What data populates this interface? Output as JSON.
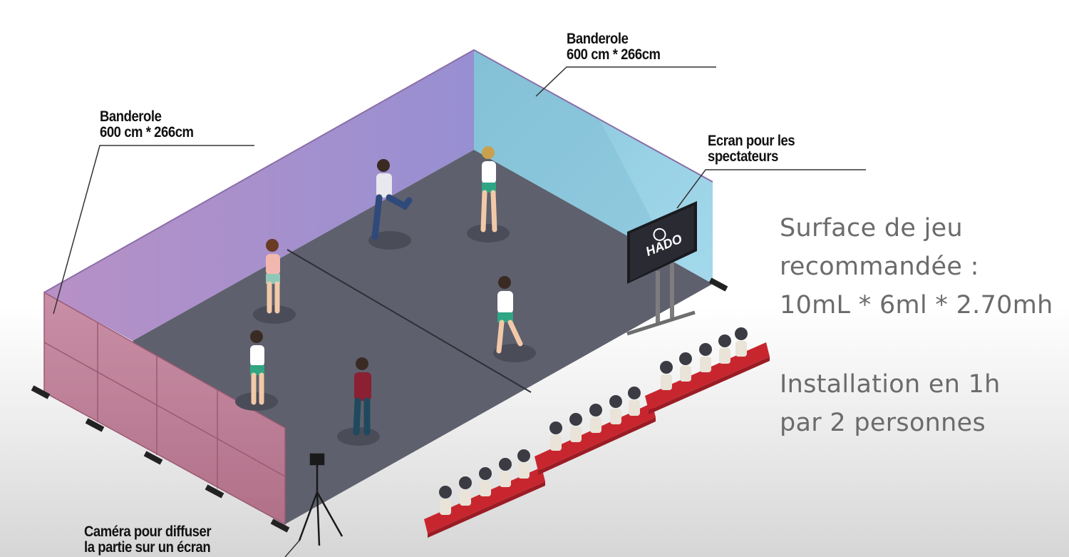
{
  "labels": {
    "banner_right": {
      "line1": "Banderole",
      "line2": "600 cm * 266cm"
    },
    "banner_left": {
      "line1": "Banderole",
      "line2": "600 cm * 266cm"
    },
    "screen": {
      "line1": "Ecran pour les",
      "line2": "spectateurs"
    },
    "camera": {
      "line1": "Caméra pour diffuser",
      "line2": "la partie sur un écran"
    }
  },
  "screen_logo": "HADO",
  "info": {
    "surface_line1": "Surface de jeu",
    "surface_line2": "recommandée :",
    "surface_line3": "10mL * 6ml * 2.70mh",
    "install_line1": "Installation en 1h",
    "install_line2": "par 2 personnes"
  },
  "colors": {
    "back_wall": "#a58fd0",
    "right_wall": "#93cde0",
    "front_wall": "#c0849b",
    "floor": "#5d5f6c",
    "seat": "#c8262f"
  }
}
